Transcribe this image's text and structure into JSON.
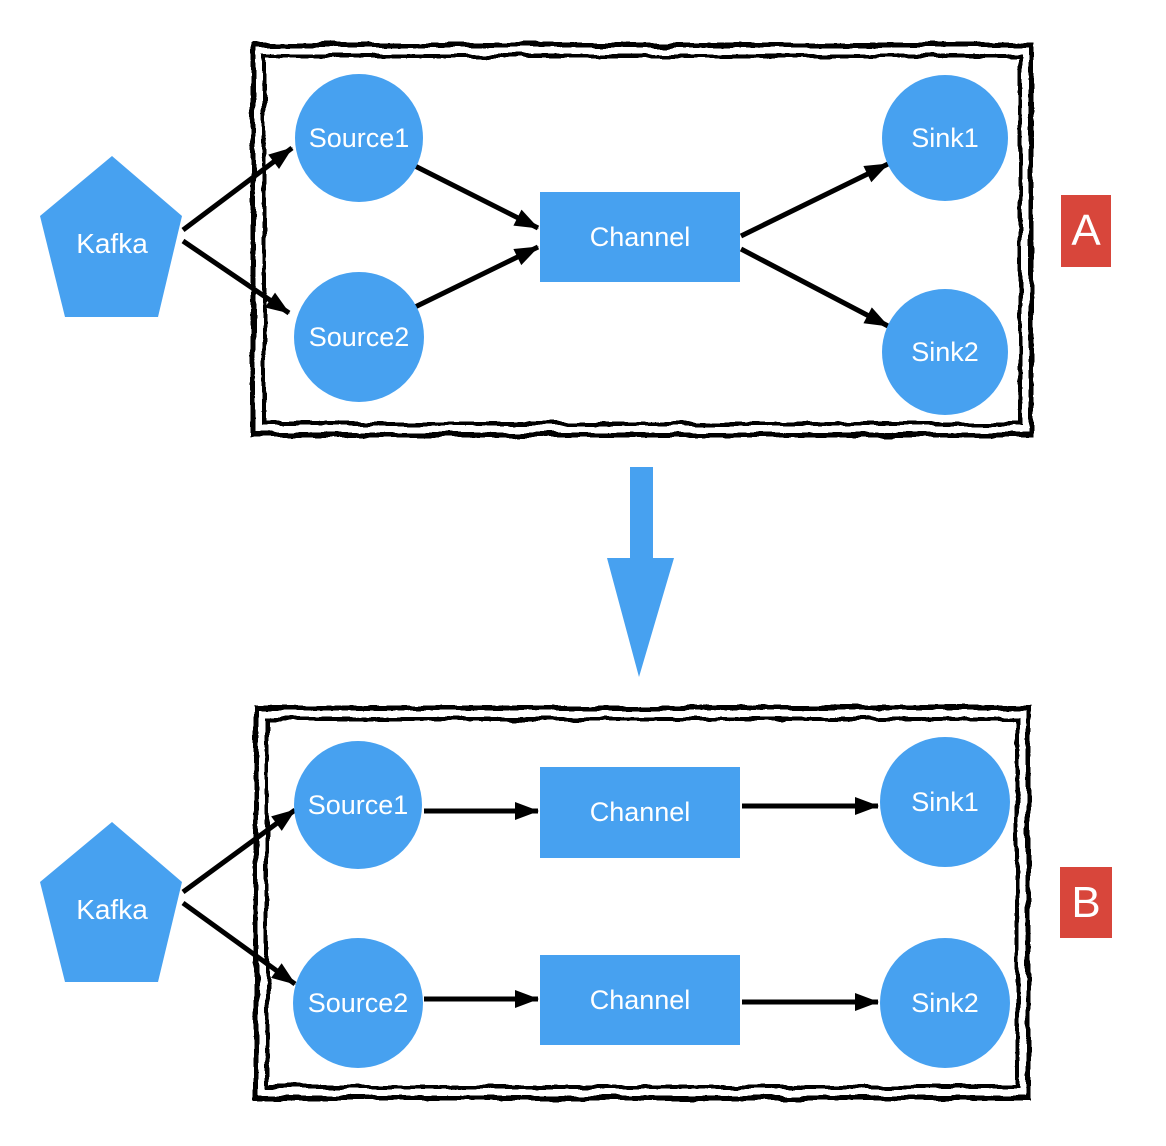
{
  "diagram": {
    "colors": {
      "node_blue": "#47A1F0",
      "badge_red": "#D8463B",
      "outline_black": "#000000",
      "text_white": "#ffffff",
      "background": "#ffffff"
    },
    "section_a": {
      "badge": "A",
      "kafka": "Kafka",
      "source1": "Source1",
      "source2": "Source2",
      "channel": "Channel",
      "sink1": "Sink1",
      "sink2": "Sink2"
    },
    "section_b": {
      "badge": "B",
      "kafka": "Kafka",
      "source1": "Source1",
      "source2": "Source2",
      "channel1": "Channel",
      "channel2": "Channel",
      "sink1": "Sink1",
      "sink2": "Sink2"
    }
  }
}
